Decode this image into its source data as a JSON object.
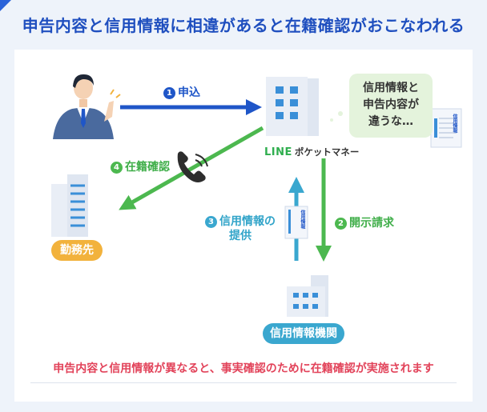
{
  "title": "申告内容と信用情報に相違があると在籍確認がおこなわれる",
  "steps": {
    "s1": {
      "num": "1",
      "label": "申込"
    },
    "s2": {
      "num": "2",
      "label": "開示請求"
    },
    "s3": {
      "num": "3",
      "line1": "信用情報の",
      "line2": "提供"
    },
    "s4": {
      "num": "4",
      "label": "在籍確認"
    }
  },
  "bubble": {
    "line1": "信用情報と",
    "line2": "申告内容が",
    "line3": "違うな…"
  },
  "brand": {
    "line": "LINE",
    "pm": "ポケットマネー"
  },
  "nodes": {
    "workplace": "勤務先",
    "credit_bureau": "信用情報機関"
  },
  "document_text": "信用情報",
  "footer": "申告内容と信用情報が異なると、事実確認のために在籍確認が実施されます",
  "colors": {
    "blue": "#1f56c8",
    "green": "#4cb84f",
    "teal": "#3aa7cf",
    "orange": "#f2b23c",
    "red": "#e2435a"
  }
}
